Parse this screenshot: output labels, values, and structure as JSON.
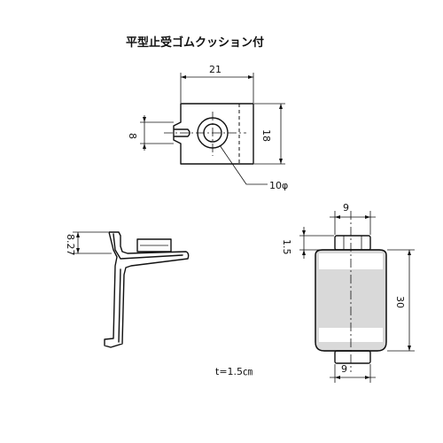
{
  "title": "平型止受ゴムクッション付",
  "dims": {
    "top_width": "21",
    "top_height_left": "8",
    "top_height_right": "18",
    "hole": "10φ",
    "side_thickness_label": "8.27",
    "thickness_note": "t=1.5㎝",
    "cushion_top_width": "9",
    "cushion_bottom_width": "9",
    "cushion_height": "30",
    "cushion_cap": "1.5"
  }
}
